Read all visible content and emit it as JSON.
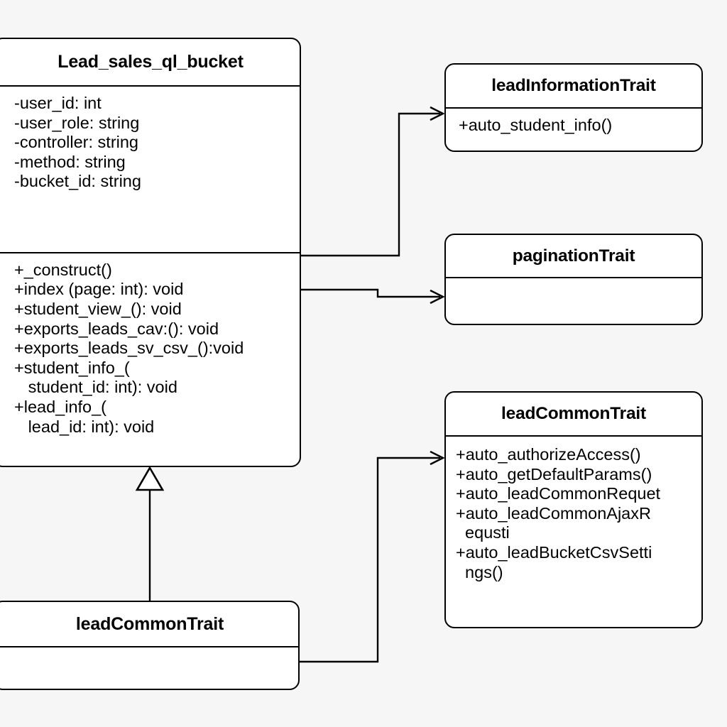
{
  "diagram": {
    "type": "uml-class-diagram",
    "background_color": "#f6f6f6",
    "line_color": "#000000",
    "box_fill": "#ffffff"
  },
  "classes": {
    "main": {
      "name": "Lead_sales_ql_bucket",
      "attributes": [
        "-user_id: int",
        "-user_role: string",
        "-controller: string",
        "-method: string",
        "-bucket_id: string"
      ],
      "operations": [
        "+_construct()",
        "+index (page: int): void",
        "+student_view_(): void",
        "+exports_leads_cav:(): void",
        "+exports_leads_sv_csv_():void",
        "+student_info_(",
        "   student_id: int): void",
        "+lead_info_(",
        "   lead_id: int): void"
      ]
    },
    "bottom_left": {
      "name": "leadCommonTrait",
      "attributes": [],
      "operations": []
    },
    "lead_information": {
      "name": "leadInformationTrait",
      "operations": [
        "+auto_student_info()"
      ]
    },
    "pagination": {
      "name": "paginationTrait",
      "operations": []
    },
    "lead_common": {
      "name": "leadCommonTrait",
      "operations": [
        "+auto_authorizeAccess()",
        "+auto_getDefaultParams()",
        "+auto_leadCommonRequet",
        "+auto_leadCommonAjaxR",
        "  equsti",
        "+auto_leadBucketCsvSetti",
        "  ngs()"
      ]
    }
  },
  "relationships": [
    {
      "name": "main-uses-leadInformationTrait",
      "from": "main",
      "to": "lead_information",
      "arrow": "open-arrow"
    },
    {
      "name": "main-uses-paginationTrait",
      "from": "main",
      "to": "pagination",
      "arrow": "open-arrow"
    },
    {
      "name": "bottomleft-uses-leadCommonTrait",
      "from": "bottom_left",
      "to": "lead_common",
      "arrow": "open-arrow"
    },
    {
      "name": "bottomleft-generalizes-main",
      "from": "bottom_left",
      "to": "main",
      "arrow": "hollow-triangle"
    }
  ]
}
